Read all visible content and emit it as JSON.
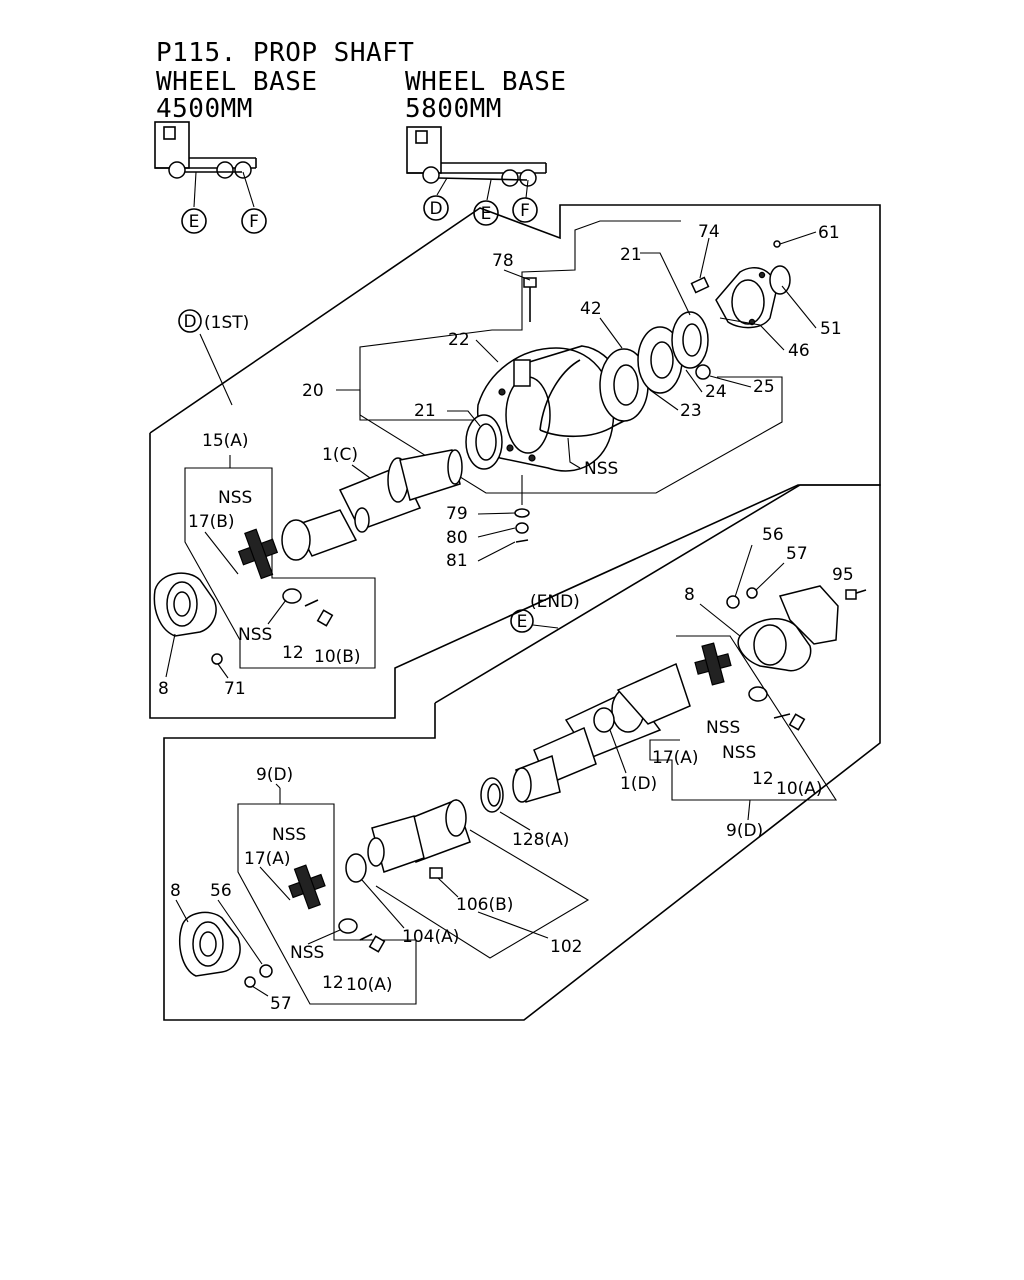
{
  "header": {
    "title": "P115. PROP SHAFT",
    "wb1_line1": "WHEEL BASE",
    "wb1_line2": "4500MM",
    "wb2_line1": "WHEEL BASE",
    "wb2_line2": "5800MM"
  },
  "truck1_markers": [
    "E",
    "F"
  ],
  "truck2_markers": [
    "D",
    "E",
    "F"
  ],
  "section_d": {
    "letter": "D",
    "suffix": "(1ST)"
  },
  "section_e": {
    "letter": "E",
    "suffix": "(END)"
  },
  "callouts_d": {
    "c78": "78",
    "c74": "74",
    "c61": "61",
    "c21a": "21",
    "c42": "42",
    "c22": "22",
    "c51": "51",
    "c46": "46",
    "c20": "20",
    "c21b": "21",
    "c24": "24",
    "c25": "25",
    "c23": "23",
    "cnss1": "NSS",
    "c15a": "15(A)",
    "c1c": "1(C)",
    "cnss2": "NSS",
    "c17b": "17(B)",
    "c79": "79",
    "c80": "80",
    "c81": "81",
    "cnss3": "NSS",
    "c12": "12",
    "c10b": "10(B)",
    "c8": "8",
    "c71": "71"
  },
  "callouts_e": {
    "c56a": "56",
    "c57a": "57",
    "c95": "95",
    "c8a": "8",
    "cnss4": "NSS",
    "c17a1": "17(A)",
    "cnss5": "NSS",
    "c12a": "12",
    "c10a1": "10(A)",
    "c1d": "1(D)",
    "c9d1": "9(D)",
    "c9d2": "9(D)",
    "cnss6": "NSS",
    "c17a2": "17(A)",
    "c128a": "128(A)",
    "c8b": "8",
    "c56b": "56",
    "c106b": "106(B)",
    "c104a": "104(A)",
    "c102": "102",
    "cnss7": "NSS",
    "c12b": "12",
    "c10a2": "10(A)",
    "c57b": "57"
  }
}
